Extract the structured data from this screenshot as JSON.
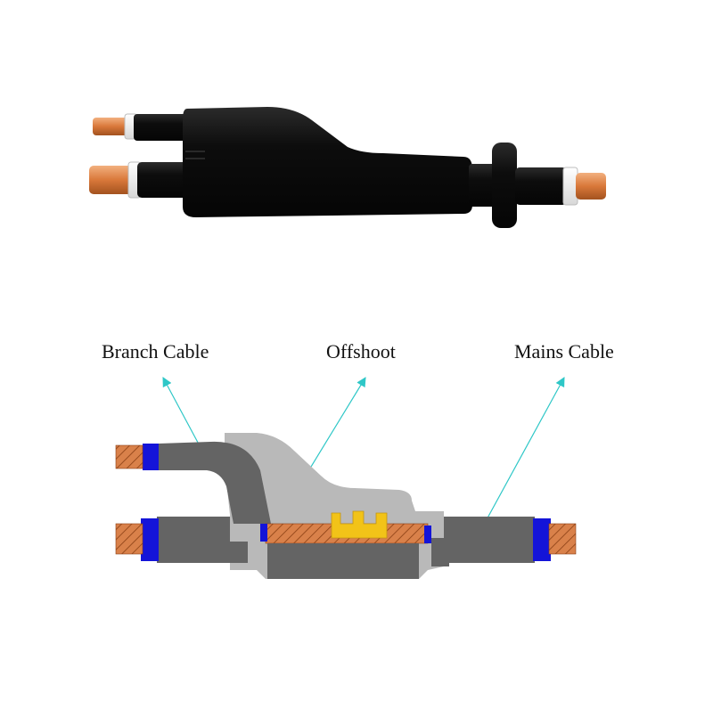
{
  "labels": {
    "branch": "Branch Cable",
    "offshoot": "Offshoot",
    "mains": "Mains Cable"
  },
  "colors": {
    "copper": "#d9814a",
    "copper_hatch": "#8a3f14",
    "insulation_blue": "#1414d8",
    "cable_dark": "#646464",
    "housing_light": "#b9b9b9",
    "connector_yellow": "#f2c318",
    "pointer": "#2ec7c7",
    "rubber_black": "#121212"
  }
}
